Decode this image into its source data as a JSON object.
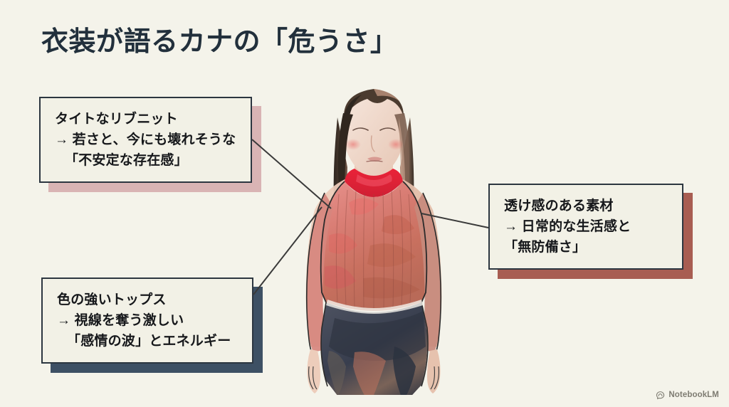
{
  "slide": {
    "title": "衣装が語るカナの「危うさ」",
    "background_color": "#f4f3ea",
    "title_color": "#22303c"
  },
  "annotations": [
    {
      "id": "rib-knit",
      "lines": [
        "タイトなリブニット",
        "→ 若さと、今にも壊れそうな",
        "「不安定な存在感」"
      ],
      "shadow_color": "#d9b4b4",
      "border_color": "#2c3640"
    },
    {
      "id": "sheer-fabric",
      "lines": [
        "透け感のある素材",
        "→ 日常的な生活感と",
        "「無防備さ」"
      ],
      "shadow_color": "#a85d52",
      "border_color": "#2c3640"
    },
    {
      "id": "strong-color-top",
      "lines": [
        "色の強いトップス",
        "→ 視線を奪う激しい",
        "「感情の波」とエネルギー"
      ],
      "shadow_color": "#3d5064",
      "border_color": "#2c3640"
    }
  ],
  "illustration": {
    "description_name": "watercolor-fashion-figure",
    "colors": {
      "skin": "#f0d9cd",
      "hair_dark": "#3b3027",
      "hair_light": "#c9a38f",
      "collar_red": "#e52236",
      "knit_rose": "#d4786f",
      "knit_pink": "#e0918f",
      "skirt_navy": "#3c4352",
      "outline": "#2b2b2b"
    }
  },
  "watermark": {
    "label": "NotebookLM",
    "icon": "notebooklm-icon",
    "color": "#7e7c72"
  }
}
